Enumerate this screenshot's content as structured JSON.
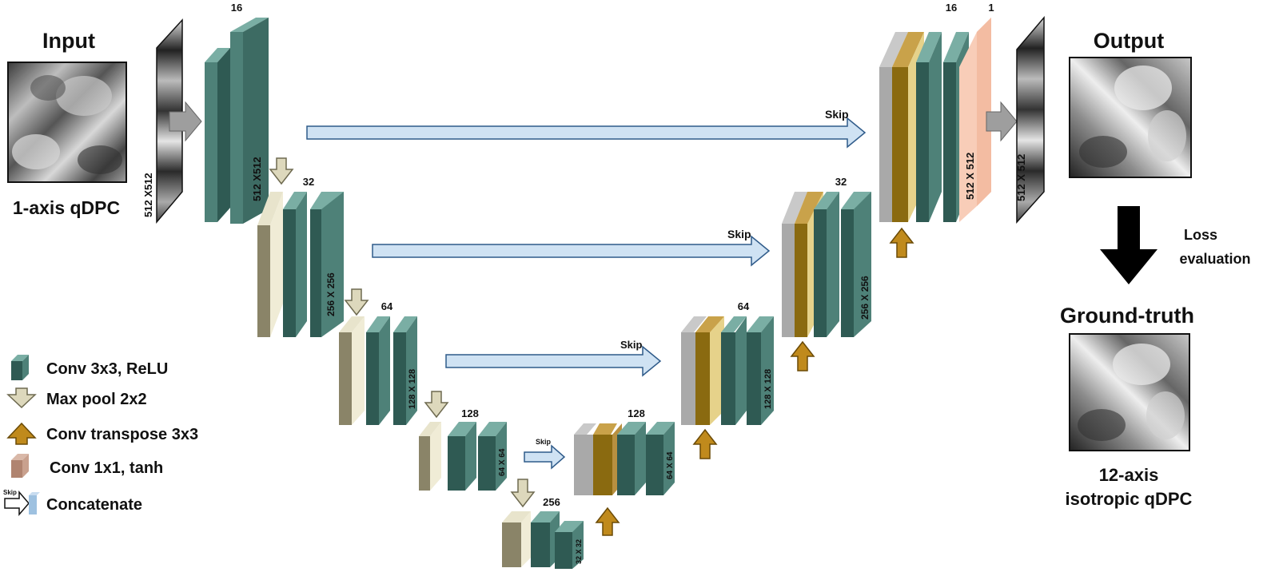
{
  "input": {
    "title": "Input",
    "caption": "1-axis qDPC",
    "size": "512 X512"
  },
  "output": {
    "title": "Output",
    "size": "512 X 512"
  },
  "ground_truth": {
    "title": "Ground-truth",
    "caption_line1": "12-axis",
    "caption_line2": "isotropic  qDPC"
  },
  "loss": {
    "line1": "Loss",
    "line2": "evaluation"
  },
  "encoder": [
    {
      "channels": "16",
      "size": "512 X512"
    },
    {
      "channels": "32",
      "size": "256 X 256"
    },
    {
      "channels": "64",
      "size": "128 X 128"
    },
    {
      "channels": "128",
      "size": "64 X 64"
    },
    {
      "channels": "256",
      "size": "32 X 32"
    }
  ],
  "decoder": [
    {
      "channels": "128",
      "size": "64 X 64"
    },
    {
      "channels": "64",
      "size": "128 X 128"
    },
    {
      "channels": "32",
      "size": "256 X 256"
    },
    {
      "channels": "16",
      "size": "512 X 512",
      "final_channels": "1"
    }
  ],
  "skip_label": "Skip",
  "legend": [
    {
      "icon": "conv-block-icon",
      "label": "Conv 3x3, ReLU"
    },
    {
      "icon": "max-pool-arrow-icon",
      "label": "Max pool 2x2"
    },
    {
      "icon": "conv-transpose-arrow-icon",
      "label": "Conv transpose 3x3"
    },
    {
      "icon": "conv1x1-block-icon",
      "label": "Conv 1x1, tanh"
    },
    {
      "icon": "concatenate-icon",
      "label": "Concatenate",
      "icon_text": "Skip"
    }
  ],
  "colors": {
    "conv": "#4e8178",
    "conv_side": "#2f5a53",
    "conv_top": "#7aaea4",
    "pool": "#e0dcc0",
    "pool_side": "#8a8468",
    "transpose": "#8a6a10",
    "transpose_arrow": "#c08a1c",
    "gray": "#a9a9a9",
    "tanh": "#f8cdb8",
    "skip_fill": "#cfe2f3",
    "skip_stroke": "#2f5b8a"
  }
}
